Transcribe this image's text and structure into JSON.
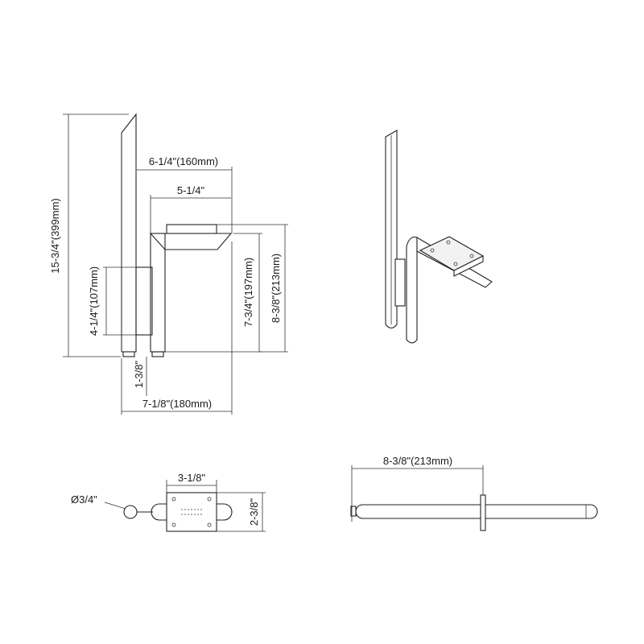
{
  "dimensions": {
    "overall_height": "15-3/4\"(399mm)",
    "extension": "6-1/4\"(160mm)",
    "shade_width": "5-1/4\"",
    "backplate_height": "4-1/4\"(107mm)",
    "shade_height": "7-3/4\"(197mm)",
    "arm_height": "8-3/8\"(213mm)",
    "bottom_offset": "1-3/8\"",
    "overall_width": "7-1/8\"(180mm)",
    "plate_width": "3-1/8\"",
    "plate_height": "2-3/8\"",
    "tube_diameter": "Ø3/4\"",
    "top_view_length": "8-3/8\"(213mm)"
  }
}
